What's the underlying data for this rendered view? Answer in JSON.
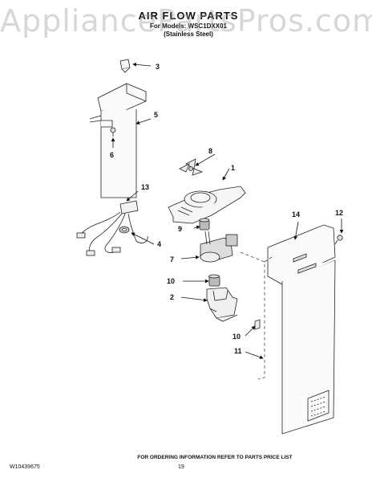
{
  "watermark": "AppliancePartsPros.com",
  "header": {
    "title": "AIR FLOW PARTS",
    "model_line": "For Models: WSC1DXX01",
    "finish_line": "(Stainless Steel)"
  },
  "callouts": [
    "1",
    "2",
    "3",
    "4",
    "5",
    "6",
    "7",
    "8",
    "9",
    "10",
    "10",
    "11",
    "12",
    "13",
    "14"
  ],
  "footer": {
    "ordering_note": "FOR ORDERING INFORMATION REFER TO PARTS PRICE LIST",
    "document_number": "W10439675",
    "page_number": "19"
  }
}
